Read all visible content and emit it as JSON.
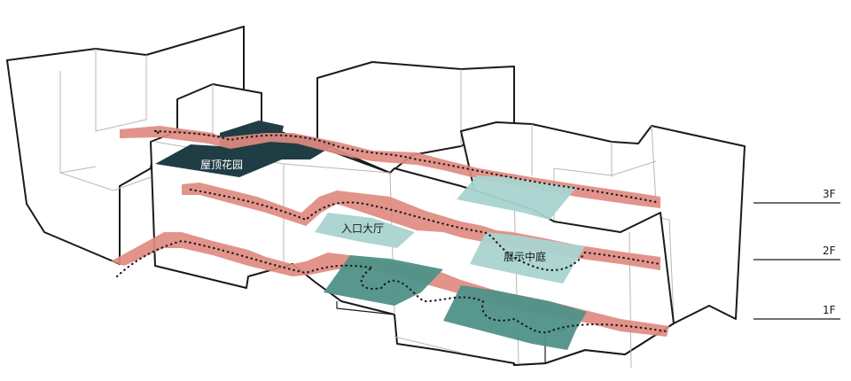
{
  "labels": {
    "roof_garden": "屋顶花园",
    "entrance_hall": "入口大厅",
    "exhibition_atrium": "展示中庭"
  },
  "floors": {
    "f3": "3F",
    "f2": "2F",
    "f1": "1F"
  },
  "colors": {
    "circulation_band": "#e08a80",
    "roof_garden": "#1f3d45",
    "atrium_light": "#a9d3cf",
    "atrium_dark": "#4f9188",
    "outline": "#1a1a1a"
  }
}
